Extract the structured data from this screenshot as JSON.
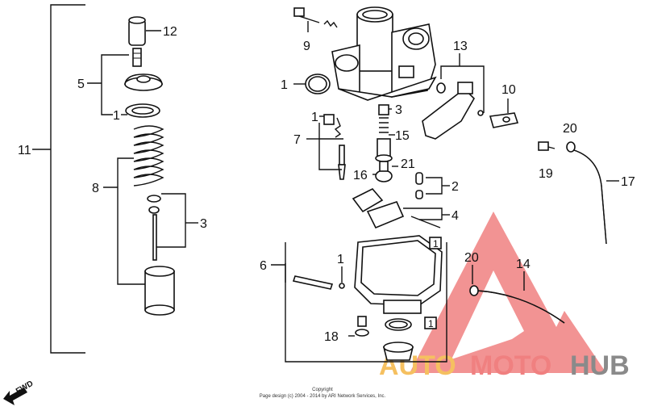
{
  "labels": {
    "l11": "11",
    "l12": "12",
    "l5": "5",
    "l1a": "1",
    "l8": "8",
    "l3a": "3",
    "l9": "9",
    "l1b": "1",
    "l1c": "1",
    "l7": "7",
    "l3b": "3",
    "l15": "15",
    "l21": "21",
    "l16": "16",
    "l2": "2",
    "l4": "4",
    "l6": "6",
    "l1d": "1",
    "l18": "18",
    "l13": "13",
    "l10": "10",
    "l20a": "20",
    "l19": "19",
    "l17": "17",
    "l20b": "20",
    "l14": "14",
    "box1a": "1",
    "box1b": "1"
  },
  "fwd": "FWD",
  "copyright_line1": "Copyright",
  "copyright_line2": "Page design (c) 2004 - 2014 by ARI Network Services, Inc.",
  "watermark": {
    "auto": "AUTO",
    "moto": "MOTO",
    "hub": "HUB",
    "color_red": "#f08080",
    "color_orange": "#f5c060",
    "color_gray": "#8a8a8a"
  }
}
